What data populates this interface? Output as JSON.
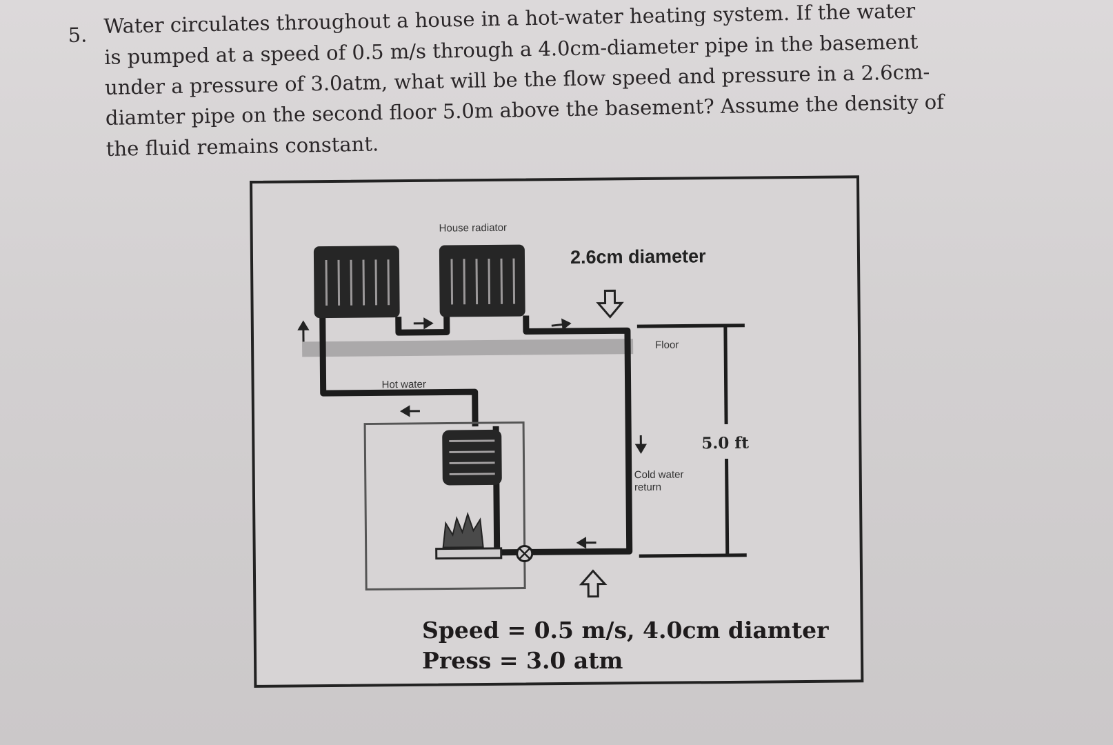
{
  "problem": {
    "number": "5.",
    "lines": [
      "Water circulates throughout a house in a hot-water heating system. If the water",
      "is pumped at a speed of 0.5 m/s through a 4.0cm-diameter pipe in the basement",
      "under a pressure of 3.0atm, what will be the flow speed and pressure in a 2.6cm-",
      "diamter pipe on the second floor 5.0m above the basement? Assume the density of",
      "the fluid remains constant."
    ]
  },
  "figure": {
    "radiator_label": "House radiator",
    "top_diameter_label": "2.6cm diameter",
    "floor_label": "Floor",
    "hot_water_label": "Hot water",
    "cold_water_label_line1": "Cold water",
    "cold_water_label_line2": "return",
    "height_label": "5.0 ft",
    "given_speed": "Speed = 0.5 m/s, 4.0cm diamter",
    "given_press": "Press = 3.0 atm"
  },
  "colors": {
    "page": "#d6d3d4",
    "ink": "#2a2628",
    "pipe": "#1e1e1e",
    "floor": "#9c9a9b"
  }
}
